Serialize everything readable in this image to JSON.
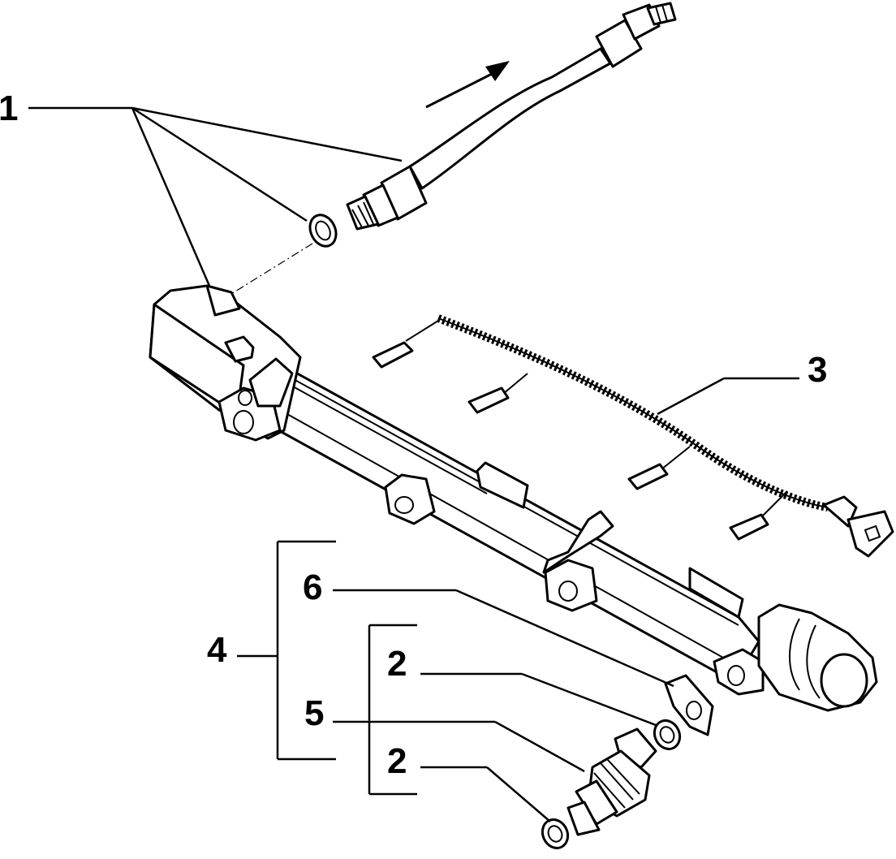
{
  "callouts": {
    "c1": "1",
    "c2a": "2",
    "c2b": "2",
    "c3": "3",
    "c4": "4",
    "c5": "5",
    "c6": "6"
  },
  "colors": {
    "line": "#000000",
    "background": "#ffffff"
  }
}
